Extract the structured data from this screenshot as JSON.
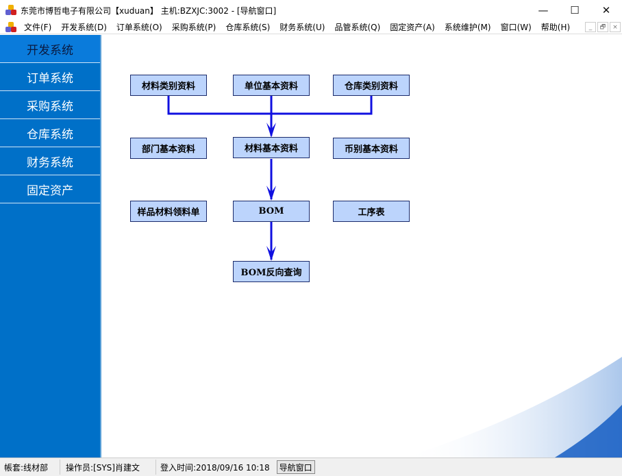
{
  "window": {
    "title": "东莞市博哲电子有限公司【xuduan】 主机:BZXJC:3002 - [导航窗口]",
    "minimize": "—",
    "maximize": "☐",
    "close": "✕"
  },
  "menu": [
    "文件(F)",
    "开发系统(D)",
    "订单系统(O)",
    "采购系统(P)",
    "仓库系统(S)",
    "财务系统(U)",
    "品管系统(Q)",
    "固定资产(A)",
    "系统维护(M)",
    "窗口(W)",
    "帮助(H)"
  ],
  "mdi": {
    "minimize": "_",
    "restore": "🗗",
    "close": "×"
  },
  "sidebar": {
    "items": [
      {
        "label": "开发系统",
        "active": true
      },
      {
        "label": "订单系统"
      },
      {
        "label": "采购系统"
      },
      {
        "label": "仓库系统"
      },
      {
        "label": "财务系统"
      },
      {
        "label": "固定资产"
      }
    ]
  },
  "flow": {
    "nodes": [
      "材料类别资料",
      "单位基本资料",
      "仓库类别资料",
      "部门基本资料",
      "材料基本资料",
      "币别基本资料",
      "样品材料领料单",
      "BOM",
      "工序表",
      "BOM反向查询"
    ]
  },
  "status": {
    "account": "帳套:线材部",
    "operator": "操作员:[SYS]肖建文",
    "login": "登入时间:2018/09/16 10:18",
    "window_button": "导航窗口"
  },
  "colors": {
    "sidebar": "#0070c8",
    "node": "#bcd4fc",
    "arrow": "#1010e0"
  }
}
